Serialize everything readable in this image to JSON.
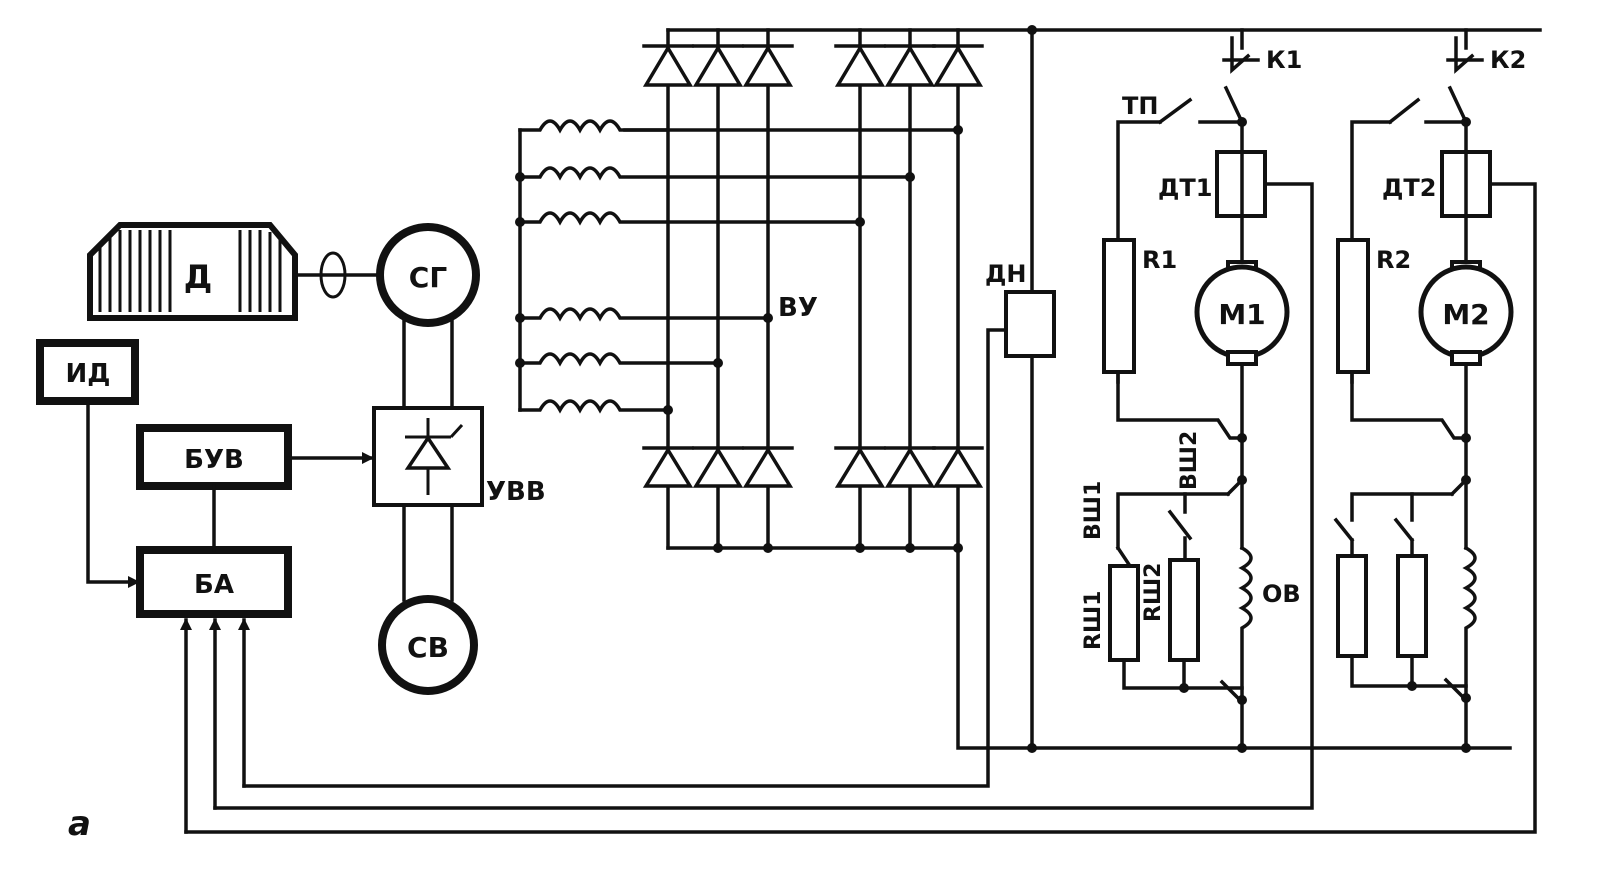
{
  "figure_label": "a",
  "blocks": {
    "engine": "Д",
    "sync_generator": "СГ",
    "exciter": "СВ",
    "field_controller": "УВВ",
    "rectifier": "ВУ",
    "field_control_unit": "БУВ",
    "automation_unit": "БА",
    "driver_indicator": "ИД",
    "voltage_sensor": "ДН"
  },
  "motors": [
    {
      "contactor": "К1",
      "switch": "ТП",
      "current_sensor": "ДТ1",
      "resistor": "R1",
      "motor": "М1",
      "shunt_contact_1": "ВШ1",
      "shunt_contact_2": "ВШ2",
      "shunt_resistor_1": "RШ1",
      "shunt_resistor_2": "RШ2",
      "field_winding": "ОВ"
    },
    {
      "contactor": "К2",
      "current_sensor": "ДТ2",
      "resistor": "R2",
      "motor": "М2"
    }
  ]
}
